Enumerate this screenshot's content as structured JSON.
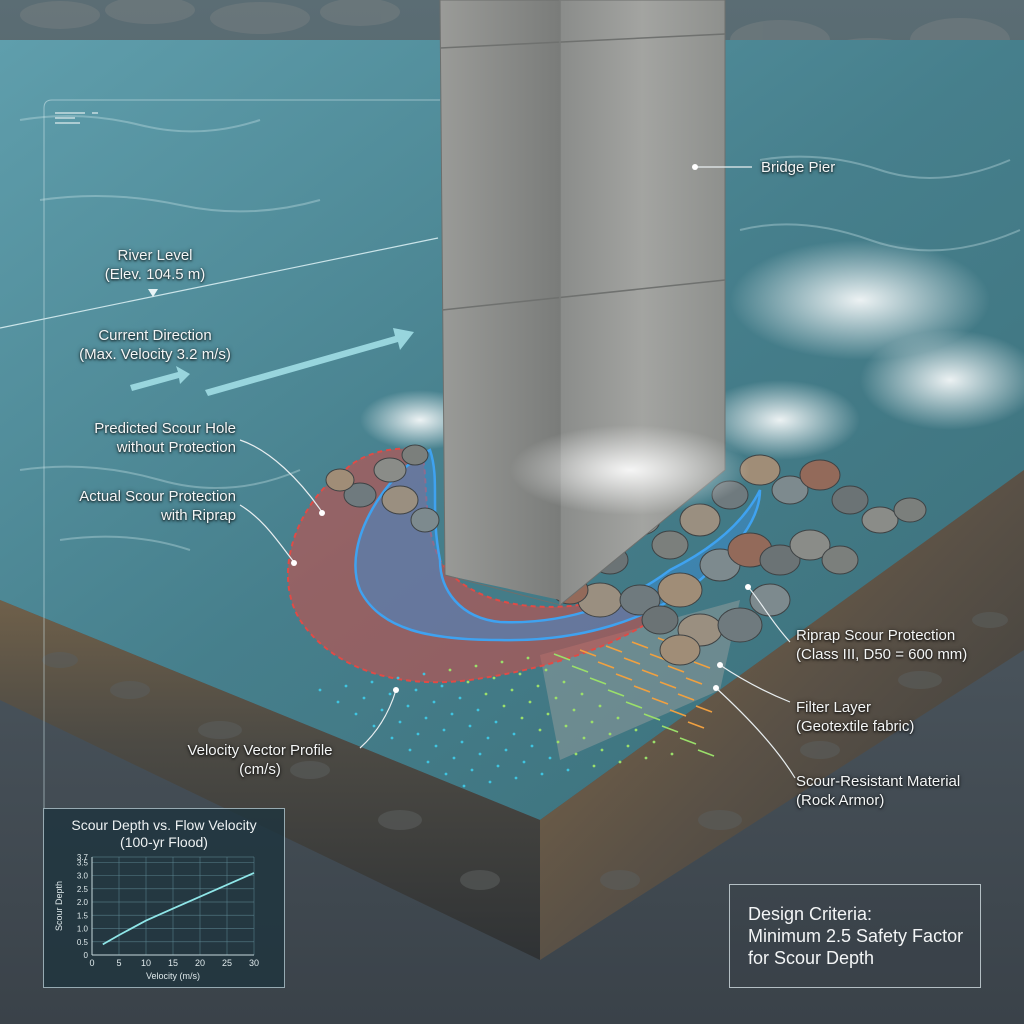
{
  "labels": {
    "bridge_pier": "Bridge Pier",
    "river_level_title": "River Level",
    "river_level_elev": "(Elev. 104.5 m)",
    "current_title": "Current Direction",
    "current_velocity": "(Max. Velocity 3.2 m/s)",
    "predicted_scour_1": "Predicted Scour Hole",
    "predicted_scour_2": "without Protection",
    "actual_scour_1": "Actual Scour Protection",
    "actual_scour_2": "with Riprap",
    "riprap_1": "Riprap Scour Protection",
    "riprap_2": "(Class III, D50 = 600 mm)",
    "filter_1": "Filter Layer",
    "filter_2": "(Geotextile fabric)",
    "resistant_1": "Scour-Resistant Material",
    "resistant_2": "(Rock Armor)",
    "velocity_profile_1": "Velocity Vector Profile",
    "velocity_profile_2": "(cm/s)"
  },
  "design_criteria": {
    "line1": "Design Criteria:",
    "line2": "Minimum 2.5 Safety Factor",
    "line3": "for Scour Depth"
  },
  "colors": {
    "water": "#4f8e9c",
    "predicted_zone": "#d44a45",
    "protection_zone": "#3a8ed6",
    "chart_line": "#8fe6e8"
  },
  "chart_data": {
    "type": "line",
    "title": "Scour Depth vs. Flow Velocity",
    "subtitle": "(100-yr Flood)",
    "xlabel": "Velocity (m/s)",
    "ylabel": "Scour Depth",
    "x_ticks": [
      "0",
      "5",
      "10",
      "15",
      "20",
      "25",
      "30"
    ],
    "y_ticks": [
      "0",
      "0.5",
      "1.0",
      "1.5",
      "2.0",
      "2.5",
      "3.0",
      "3.5",
      "3.7"
    ],
    "xlim": [
      0,
      30
    ],
    "ylim": [
      0,
      3.7
    ],
    "grid": true,
    "series": [
      {
        "x": [
          2,
          5,
          10,
          15,
          20,
          25,
          30
        ],
        "y": [
          0.4,
          0.75,
          1.3,
          1.75,
          2.2,
          2.65,
          3.1
        ]
      }
    ]
  }
}
